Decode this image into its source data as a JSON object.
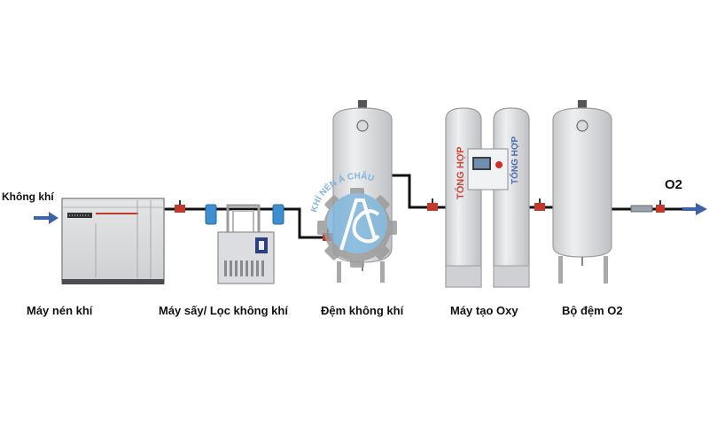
{
  "input_label": "Không khí",
  "output_label": "O2",
  "stages": [
    {
      "label": "Máy nén khí"
    },
    {
      "label": "Máy sấy/ Lọc không khí"
    },
    {
      "label": "Đệm không khí"
    },
    {
      "label": "Máy tạo Oxy"
    },
    {
      "label": "Bộ đệm O2"
    }
  ],
  "generator_brand": "TỔNG HỢP",
  "watermark_text": "KHÍ NÉN Á CHÂU",
  "colors": {
    "arrow": "#3f63a8",
    "pipe": "#111111",
    "valve": "#c0392b",
    "tank": "#d9dadc",
    "watermark": "#7fb6dc",
    "gear": "#9b9b9b"
  }
}
